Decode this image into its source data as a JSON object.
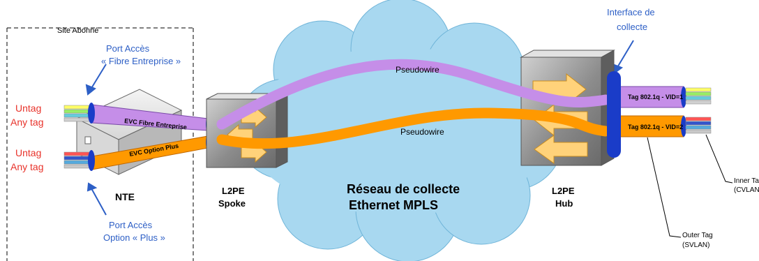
{
  "site": {
    "label": "Site Abonné"
  },
  "ports": {
    "fibre": {
      "line1": "Port Accès",
      "line2": "« Fibre Entreprise »"
    },
    "option": {
      "line1": "Port Accès",
      "line2": "Option « Plus »"
    }
  },
  "tags_left": {
    "top": {
      "untag": "Untag",
      "anytag": "Any tag"
    },
    "bottom": {
      "untag": "Untag",
      "anytag": "Any tag"
    }
  },
  "evc": {
    "fibre": "EVC Fibre Entreprise",
    "option": "EVC Option Plus"
  },
  "nte": {
    "label": "NTE"
  },
  "spoke": {
    "line1": "L2PE",
    "line2": "Spoke"
  },
  "hub": {
    "line1": "L2PE",
    "line2": "Hub"
  },
  "cloud": {
    "line1": "Réseau de collecte",
    "line2": "Ethernet MPLS"
  },
  "pseudowires": {
    "top": "Pseudowire",
    "bottom": "Pseudowire"
  },
  "interface": {
    "line1": "Interface de",
    "line2": "collecte"
  },
  "hub_tags": {
    "vid1": "Tag 802.1q - VID=1",
    "vid2": "Tag 802.1q - VID=2"
  },
  "inner_tag": {
    "line1": "Inner Tag",
    "line2": "(CVLAN)"
  },
  "outer_tag": {
    "line1": "Outer Tag",
    "line2": "(SVLAN)"
  },
  "colors": {
    "cloud": "#a8d8f0",
    "violet": "#c58ee8",
    "orange": "#ff9900",
    "red_label": "#e8322a",
    "blue_label": "#2d5fc6",
    "blue_connector": "#1a3cc8"
  }
}
